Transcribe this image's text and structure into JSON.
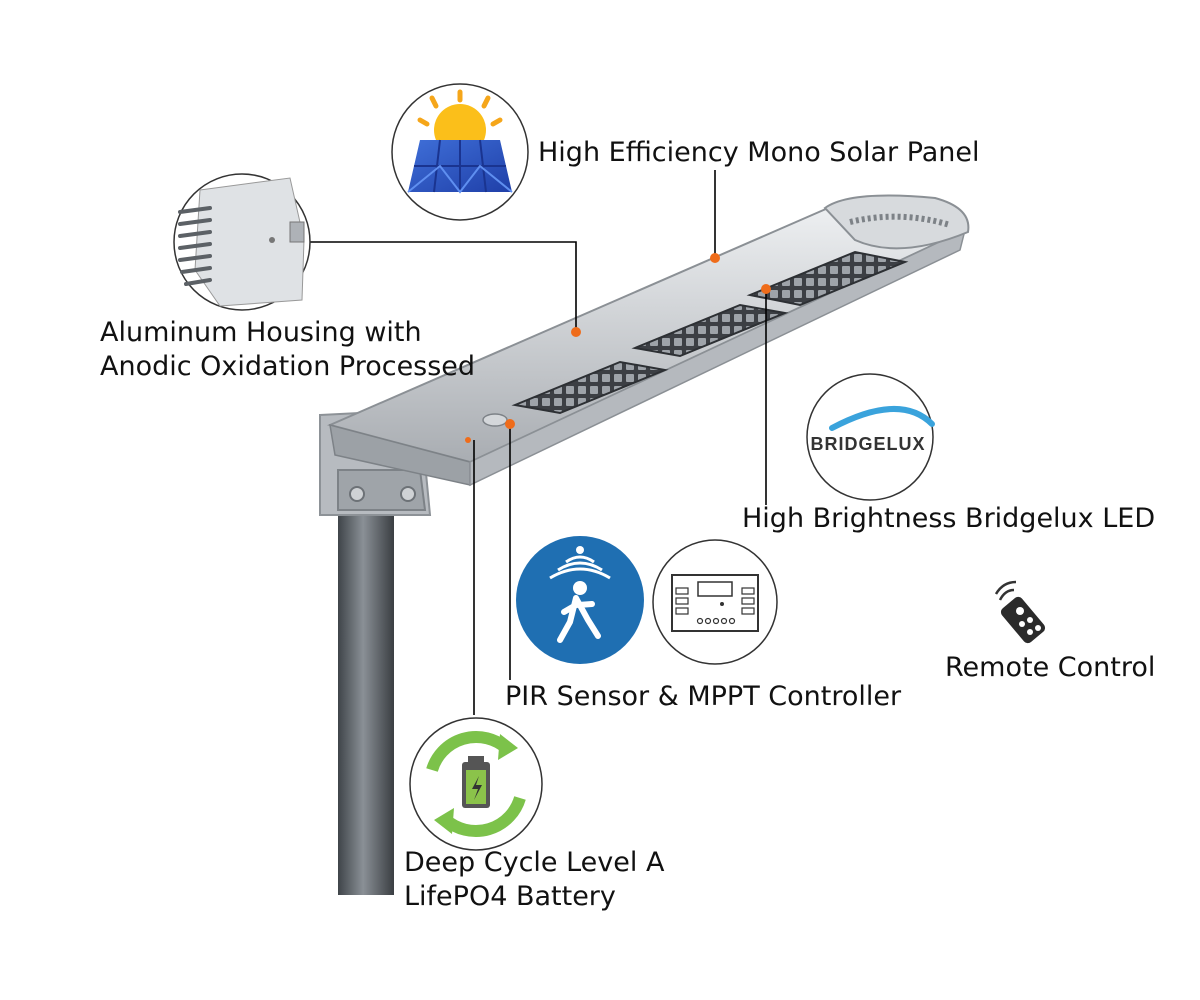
{
  "colors": {
    "callout_dot": "#ef6c1a",
    "callout_line": "#000000",
    "pir_blue": "#1f6fb2",
    "battery_green": "#7cc24a",
    "bridgelux_blue": "#3aa3dc",
    "housing_silver": "#c9ccd0",
    "pole_gray": "#5c6166"
  },
  "features": {
    "solar_panel": {
      "label": "High Efficiency Mono Solar Panel",
      "icon": "solar-panel-sun-icon"
    },
    "housing": {
      "line1": "Aluminum Housing with",
      "line2": "Anodic Oxidation Processed",
      "icon": "heatsink-fins-icon"
    },
    "led": {
      "label": "High Brightness Bridgelux LED",
      "logo_text": "BRIDGELUX",
      "icon": "bridgelux-logo"
    },
    "pir_mppt": {
      "label": "PIR Sensor & MPPT Controller",
      "icon_pir": "motion-sensor-person-icon",
      "icon_mppt": "mppt-controller-icon"
    },
    "remote": {
      "label": "Remote Control",
      "icon": "remote-control-icon"
    },
    "battery": {
      "line1": "Deep Cycle Level A",
      "line2": "LifePO4 Battery",
      "icon": "battery-recycle-icon"
    }
  }
}
